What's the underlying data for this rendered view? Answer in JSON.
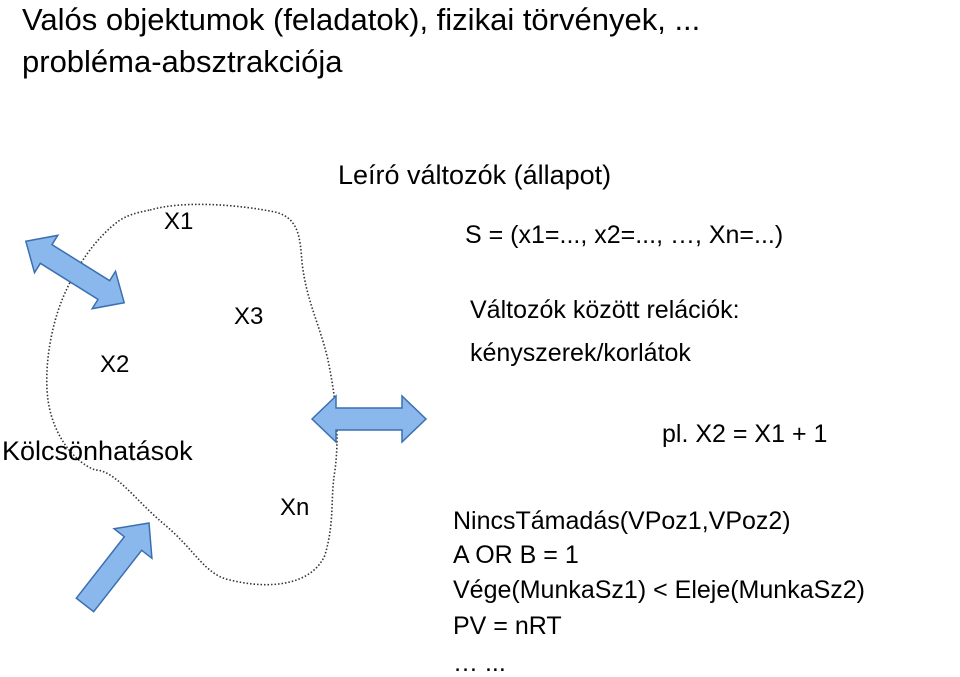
{
  "title": {
    "line1": "Valós objektumok (feladatok), fizikai törvények, ...",
    "line2": "probléma-absztrakciója"
  },
  "labels": {
    "state_desc": "Leíró változók (állapot)",
    "state_formula": "S = (x1=..., x2=..., …, Xn=...)",
    "relations_line1": "Változók között relációk:",
    "relations_line2": "kényszerek/korlátok",
    "example": "pl. X2 = X1 + 1",
    "interactions": "Kölcsönhatások"
  },
  "variables": [
    "X1",
    "X2",
    "X3",
    "Xn"
  ],
  "constraints": [
    "NincsTámadás(VPoz1,VPoz2)",
    "A OR B = 1",
    "Vége(MunkaSz1) < Eleje(MunkaSz2)",
    "PV = nRT",
    "… ..."
  ],
  "colors": {
    "arrow_fill": "#8ab8ec",
    "arrow_stroke": "#3a6fb0",
    "blob_stroke": "#333333"
  }
}
